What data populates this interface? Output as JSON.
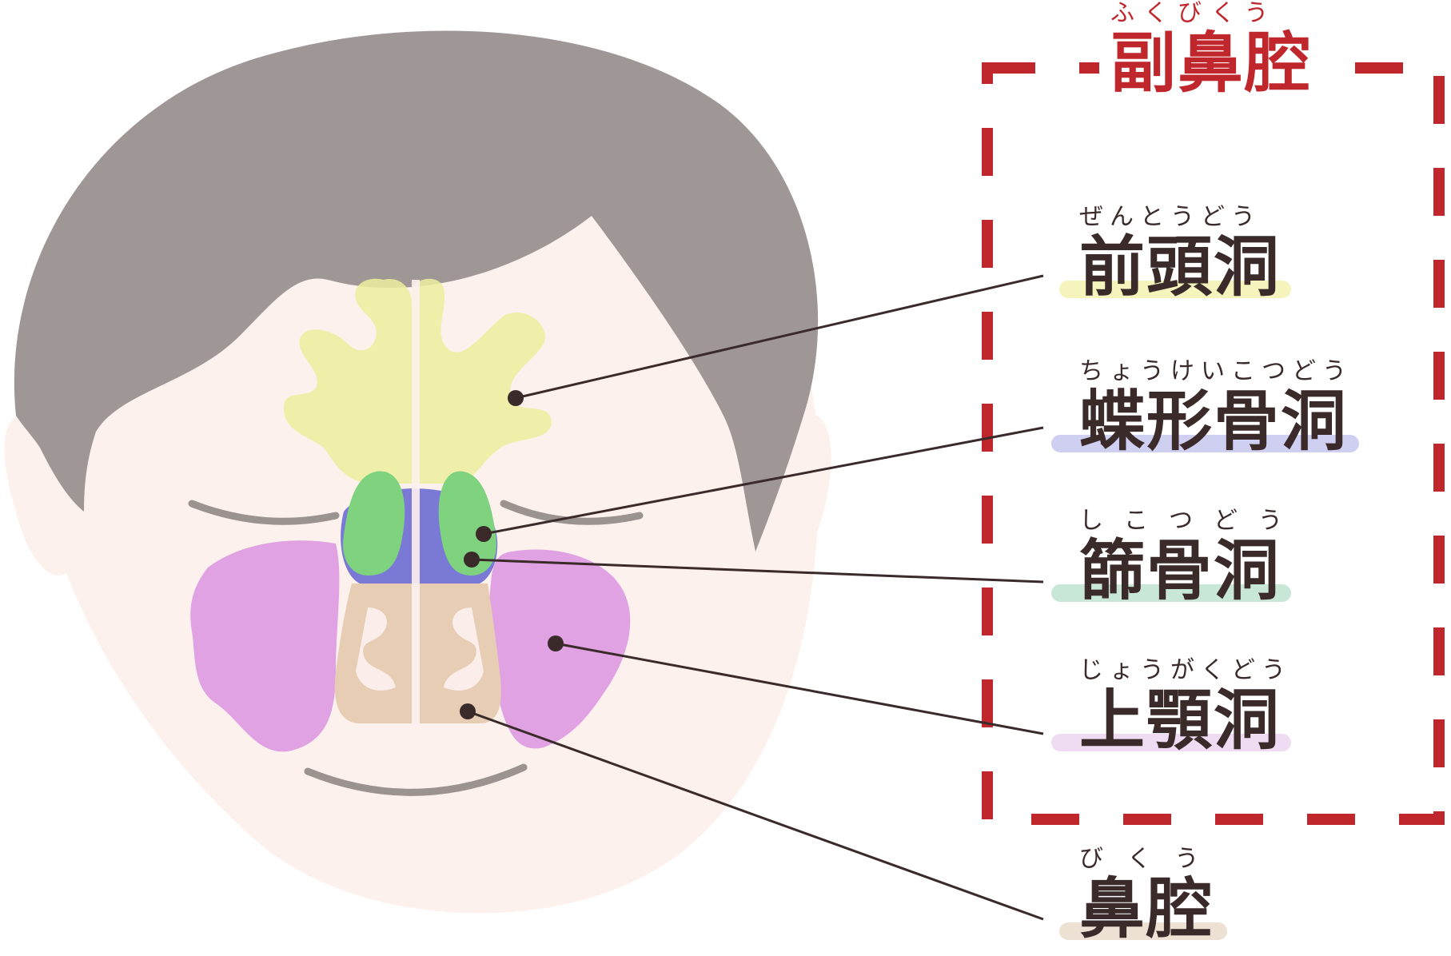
{
  "title": {
    "ruby": "ふくびくう",
    "text": "副鼻腔",
    "color": "#c0272d"
  },
  "labels": [
    {
      "id": "frontal",
      "ruby": "ぜんとうどう",
      "text": "前頭洞",
      "highlight": "#f2f2b0"
    },
    {
      "id": "sphenoid",
      "ruby": "ちょうけいこつどう",
      "text": "蝶形骨洞",
      "highlight": "#c7c7ef"
    },
    {
      "id": "ethmoid",
      "ruby": "しこつどう",
      "text": "篩骨洞",
      "highlight": "#bfe3cf"
    },
    {
      "id": "maxillary",
      "ruby": "じょうがくどう",
      "text": "上顎洞",
      "highlight": "#ecd6f0"
    },
    {
      "id": "nasal",
      "ruby": "びくう",
      "text": "鼻腔",
      "highlight": "#e9dccb"
    }
  ],
  "colors": {
    "hair": "#9e9796",
    "skin": "#fdf1ee",
    "frontal_sinus": "#ecee9e",
    "sphenoid_sinus": "#7a7ad6",
    "ethmoid_sinus": "#7fd37f",
    "maxillary_sinus": "#e0a2e2",
    "nasal_cavity": "#e7cdb4",
    "dashed_box": "#c0272d",
    "leader_line": "#3a2a2a"
  }
}
